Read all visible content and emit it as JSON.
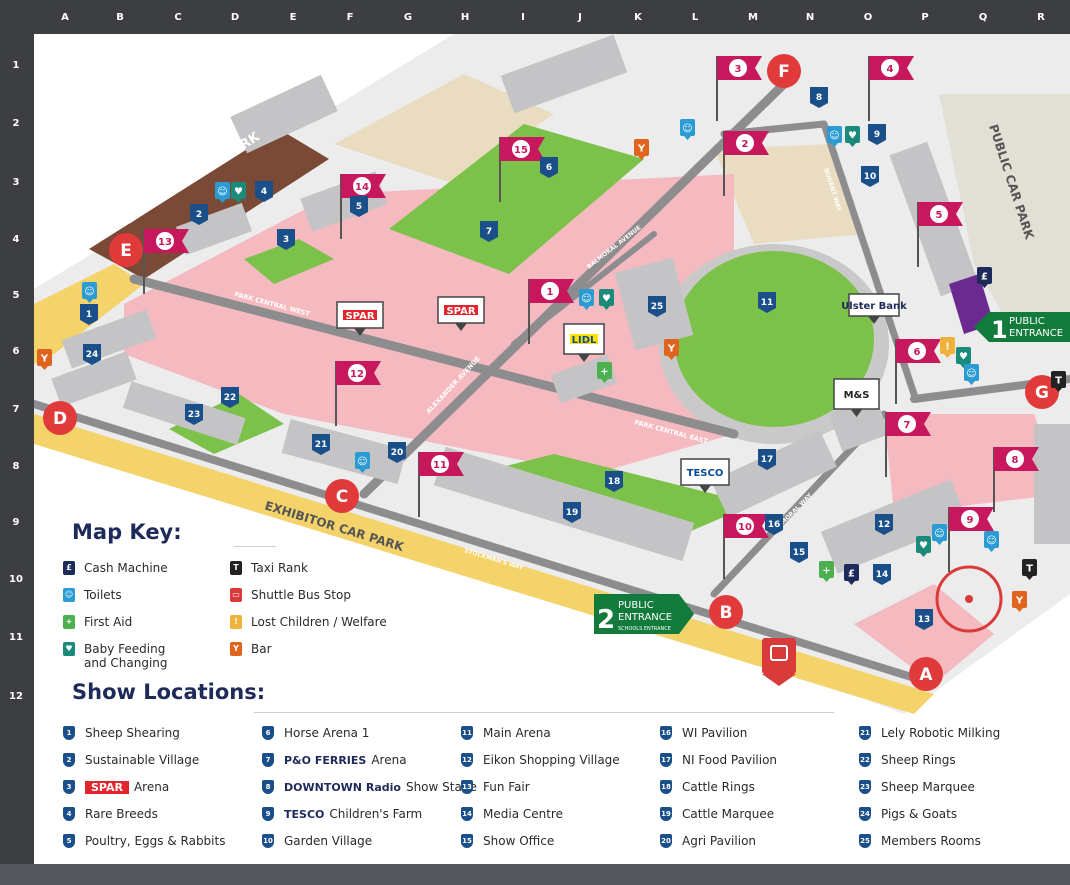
{
  "grid": {
    "columns": [
      "A",
      "B",
      "C",
      "D",
      "E",
      "F",
      "G",
      "H",
      "I",
      "J",
      "K",
      "L",
      "M",
      "N",
      "O",
      "P",
      "Q",
      "R"
    ],
    "rows": [
      "1",
      "2",
      "3",
      "4",
      "5",
      "6",
      "7",
      "8",
      "9",
      "10",
      "11",
      "12"
    ]
  },
  "roads": {
    "park_central_west": "PARK CENTRAL WEST",
    "park_central_east": "PARK CENTRAL EAST",
    "alexander_avenue": "ALEXANDER AVENUE",
    "balmoral_avenue": "BALMORAL AVENUE",
    "balmoral_way": "BALMORAL WAY",
    "nugent_way": "NUGENT WAY",
    "stockmans_way": "STOCKMAN'S WAY"
  },
  "car_parks": {
    "exhibitor_nw": "EXHIBITOR CAR PARK",
    "exhibitor_s": "EXHIBITOR CAR PARK",
    "public_e": "PUBLIC CAR PARK"
  },
  "entrances": {
    "e1_num": "1",
    "e1_line1": "PUBLIC",
    "e1_line2": "ENTRANCE",
    "e2_num": "2",
    "e2_line1": "PUBLIC",
    "e2_line2": "ENTRANCE",
    "e2_line3": "SCHOOLS ENTRANCE"
  },
  "gates": [
    "A",
    "B",
    "C",
    "D",
    "E",
    "F",
    "G"
  ],
  "flags": [
    "1",
    "2",
    "3",
    "4",
    "5",
    "6",
    "7",
    "8",
    "9",
    "10",
    "11",
    "12",
    "13",
    "14",
    "15"
  ],
  "pins": [
    "1",
    "2",
    "3",
    "4",
    "5",
    "6",
    "7",
    "8",
    "9",
    "10",
    "11",
    "12",
    "13",
    "14",
    "15",
    "16",
    "17",
    "18",
    "19",
    "20",
    "21",
    "22",
    "23",
    "24",
    "25"
  ],
  "sponsors": {
    "ulster_bank": "Ulster Bank",
    "ms": "M&S",
    "tesco": "TESCO",
    "spar": "SPAR",
    "lidl": "LIDL"
  },
  "colors": {
    "navy": "#1a4f8a",
    "magenta": "#c8185d",
    "red_gate": "#e03a3a",
    "green_entrance": "#127a3a",
    "grass": "#7cc24a",
    "pink_zone": "#f5b9c0",
    "yellow_carpark": "#f4d36b",
    "brown_carpark": "#7a4a36",
    "title": "#1e2a5a"
  },
  "key": {
    "title": "Map Key:",
    "items": [
      {
        "icon": "cash-machine-icon",
        "label": "Cash Machine"
      },
      {
        "icon": "taxi-rank-icon",
        "label": "Taxi Rank"
      },
      {
        "icon": "toilets-icon",
        "label": "Toilets"
      },
      {
        "icon": "shuttle-bus-icon",
        "label": "Shuttle Bus Stop"
      },
      {
        "icon": "first-aid-icon",
        "label": "First Aid"
      },
      {
        "icon": "lost-children-icon",
        "label": "Lost Children / Welfare"
      },
      {
        "icon": "baby-feeding-icon",
        "label": "Baby Feeding",
        "label2": "and Changing"
      },
      {
        "icon": "bar-icon",
        "label": "Bar"
      }
    ]
  },
  "locations": {
    "title": "Show Locations:",
    "items": [
      {
        "num": "1",
        "label": "Sheep Shearing"
      },
      {
        "num": "2",
        "label": "Sustainable Village"
      },
      {
        "num": "3",
        "brand": "SPAR",
        "label": "Arena"
      },
      {
        "num": "4",
        "label": "Rare Breeds"
      },
      {
        "num": "5",
        "label": "Poultry, Eggs & Rabbits"
      },
      {
        "num": "6",
        "label": "Horse Arena 1"
      },
      {
        "num": "7",
        "brand": "P&O FERRIES",
        "label": "Arena"
      },
      {
        "num": "8",
        "brand": "DOWNTOWN Radio",
        "label": "Show Stage"
      },
      {
        "num": "9",
        "brand": "TESCO",
        "label": "Children's Farm"
      },
      {
        "num": "10",
        "label": "Garden Village"
      },
      {
        "num": "11",
        "label": "Main Arena"
      },
      {
        "num": "12",
        "label": "Eikon Shopping Village"
      },
      {
        "num": "13",
        "label": "Fun Fair"
      },
      {
        "num": "14",
        "label": "Media Centre"
      },
      {
        "num": "15",
        "label": "Show Office"
      },
      {
        "num": "16",
        "label": "WI Pavilion"
      },
      {
        "num": "17",
        "label": "NI Food Pavilion"
      },
      {
        "num": "18",
        "label": "Cattle Rings"
      },
      {
        "num": "19",
        "label": "Cattle Marquee"
      },
      {
        "num": "20",
        "label": "Agri Pavilion"
      },
      {
        "num": "21",
        "label": "Lely Robotic Milking"
      },
      {
        "num": "22",
        "label": "Sheep Rings"
      },
      {
        "num": "23",
        "label": "Sheep Marquee"
      },
      {
        "num": "24",
        "label": "Pigs & Goats"
      },
      {
        "num": "25",
        "label": "Members Rooms"
      }
    ]
  }
}
